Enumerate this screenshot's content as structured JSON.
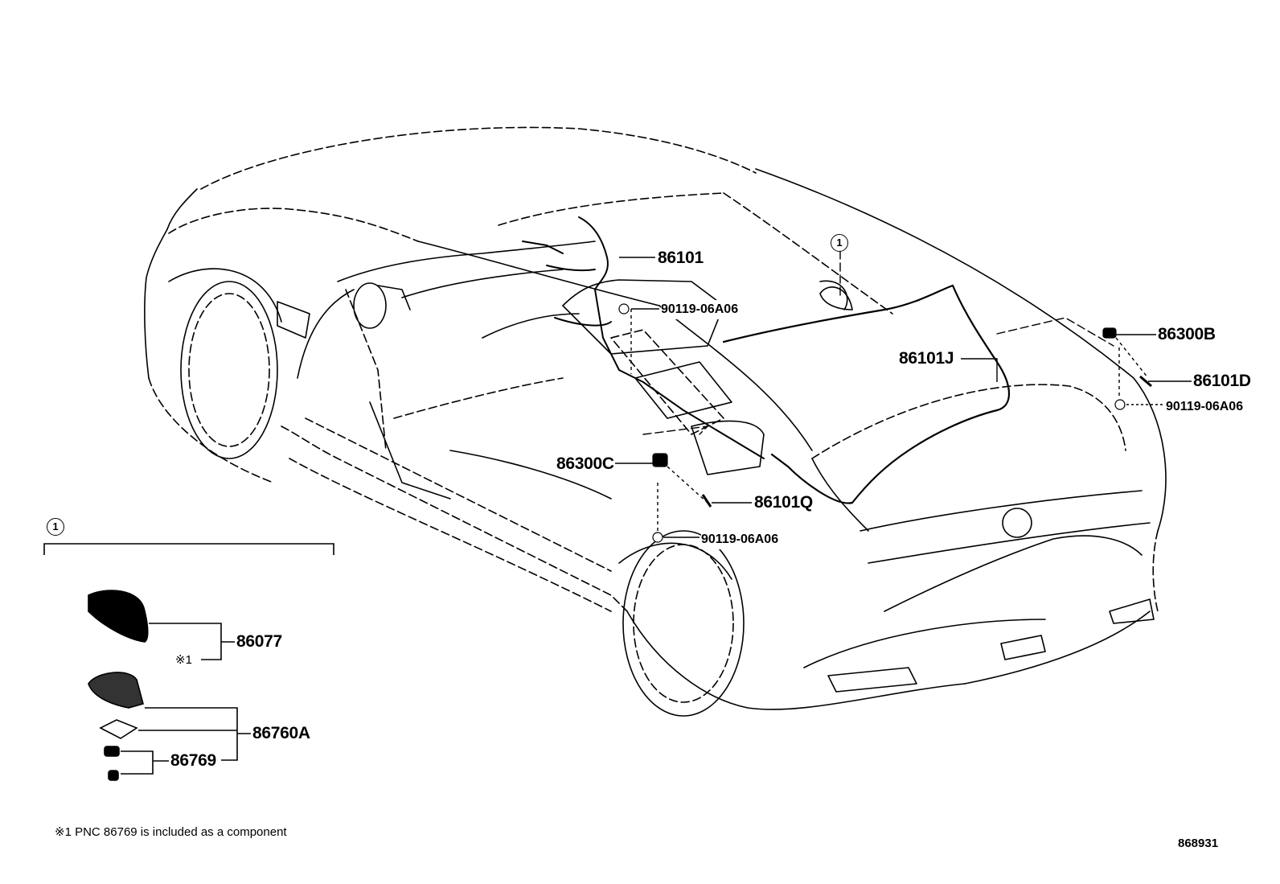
{
  "callout_marker": "1",
  "part_labels": {
    "p86101": "86101",
    "bolt_upper": "90119-06A06",
    "p86101J": "86101J",
    "p86300B": "86300B",
    "p86101D": "86101D",
    "bolt_right": "90119-06A06",
    "p86300C": "86300C",
    "p86101Q": "86101Q",
    "bolt_lower": "90119-06A06",
    "p86077": "86077",
    "p86760A": "86760A",
    "p86769": "86769"
  },
  "inset": {
    "marker": "1",
    "note_mark": "※1"
  },
  "footnote": "※1 PNC 86769 is included as a component",
  "diagram_number": "868931"
}
